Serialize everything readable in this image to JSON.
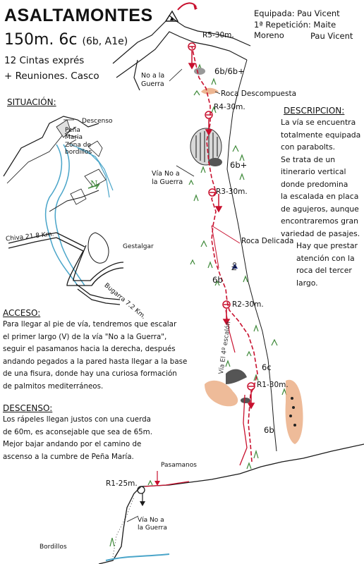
{
  "header": {
    "title": "ASALTAMONTES",
    "grade_main": "150m. 6c",
    "grade_alt": "(6b, A1e)",
    "gear_line1": "12 Cintas exprés",
    "gear_line2": "+ Reuniones. Casco"
  },
  "credits": {
    "line1": "Equipada: Pau Vicent",
    "line2": "1ª Repetición: Maite Moreno",
    "line3": "Pau Vicent"
  },
  "situacion": {
    "heading": "SITUACIÓN:",
    "descenso": "Descenso",
    "pena_maria": "Peña\nMaria",
    "zona": "Zona de\nbordillos",
    "chiva": "Chiva 21.8 Km.",
    "gestalgar": "Gestalgar",
    "bugarra": "Bugarra 7.2 Km.",
    "north": "N"
  },
  "descripcion": {
    "heading": "DESCRIPCION:",
    "lines": [
      "La vía se encuentra",
      "totalmente equipada",
      "con parabolts.",
      "Se trata de un",
      "itinerario vertical",
      "donde predomina",
      "la escalada en placa",
      "de agujeros, aunque",
      "encontraremos gran",
      "variedad de pasajes.",
      "Hay que prestar",
      "atención con la",
      "roca del tercer",
      "largo."
    ]
  },
  "acceso": {
    "heading": "ACCESO:",
    "lines": [
      "Para llegar al pie de vía, tendremos que escalar",
      "el primer largo (V) de la vía \"No a la Guerra\",",
      "seguir el pasamanos hacia la derecha, después",
      "andando pegados a la pared hasta llegar a la base",
      "de una fisura, donde hay una curiosa formación",
      "de palmitos mediterráneos."
    ]
  },
  "descenso": {
    "heading": "DESCENSO:",
    "lines": [
      "Los rápeles llegan justos con una cuerda",
      "de 60m, es aconsejable que sea de 65m.",
      "Mejor bajar andando por el camino de",
      "ascenso a la cumbre de Peña María."
    ]
  },
  "topo": {
    "r5": "R5-30m.",
    "grade_6b6b": "6b/6b+",
    "no_guerra_top": "No a la\nGuerra",
    "roca_desc": "Roca Descompuesta",
    "r4": "R4-30m.",
    "grade_6bplus": "6b+",
    "via_no_guerra_mid": "Vía No a\nla Guerra",
    "r3": "R3-30m.",
    "roca_delicada": "Roca Delicada",
    "grade_6b_mid": "6b",
    "no_vert": "No",
    "r2": "R2-30m.",
    "via_escalon": "Vía El 4º escalón",
    "grade_6c": "6c",
    "r1": "R1-30m.",
    "grade_6b_low": "6b",
    "pasamanos": "Pasamanos",
    "r1_25": "R1-25m.",
    "via_no_guerra_low": "Vía No a\nla Guerra",
    "bordillos": "Bordillos"
  },
  "colors": {
    "route": "#c8102e",
    "ground": "#1a1a1a",
    "vegetation": "#3f8a3a",
    "rock_orange": "#e8a477",
    "water": "#4aa5c9"
  }
}
